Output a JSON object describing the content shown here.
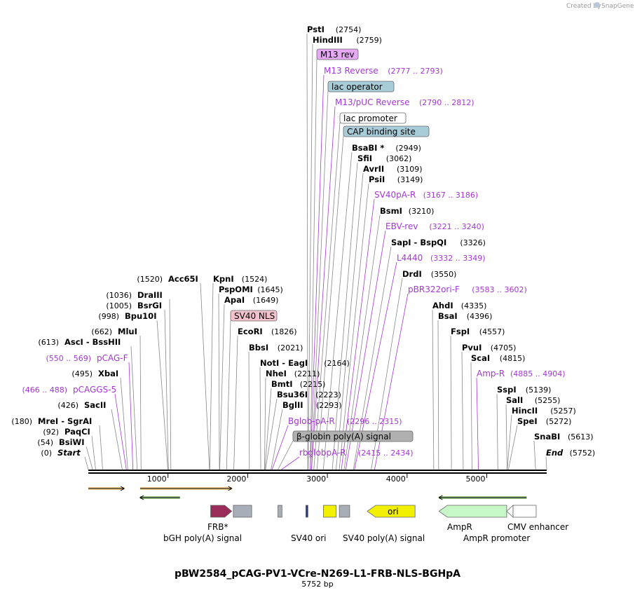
{
  "credit": "Created by",
  "brand": "SnapGene",
  "plasmid_name": "pBW2584_pCAG-PV1-VCre-N269-L1-FRB-NLS-BGHpA",
  "length_label": "5752 bp",
  "length": 5752,
  "ticks": [
    1000,
    2000,
    3000,
    4000,
    5000
  ],
  "left_labels": [
    {
      "name": "Acc65I",
      "num": "(1520)",
      "pos": 1520,
      "kind": "enzyme"
    },
    {
      "name": "DraIII",
      "num": "(1036)",
      "pos": 1036,
      "kind": "enzyme"
    },
    {
      "name": "BsrGI",
      "num": "(1005)",
      "pos": 1005,
      "kind": "enzyme"
    },
    {
      "name": "Bpu10I",
      "num": "(998)",
      "pos": 998,
      "kind": "enzyme"
    },
    {
      "name": "MluI",
      "num": "(662)",
      "pos": 662,
      "kind": "enzyme"
    },
    {
      "name": "AscI - BssHII",
      "num": "(613)",
      "pos": 613,
      "kind": "enzyme"
    },
    {
      "name": "pCAG-F",
      "num": "(550 .. 569)",
      "pos": 560,
      "kind": "primer"
    },
    {
      "name": "XbaI",
      "num": "(495)",
      "pos": 495,
      "kind": "enzyme"
    },
    {
      "name": "pCAGGS-5",
      "num": "(466 .. 488)",
      "pos": 477,
      "kind": "primer"
    },
    {
      "name": "SacII",
      "num": "(426)",
      "pos": 426,
      "kind": "enzyme"
    },
    {
      "name": "MreI - SgrAI",
      "num": "(180)",
      "pos": 180,
      "kind": "enzyme"
    },
    {
      "name": "PaqCI",
      "num": "(92)",
      "pos": 92,
      "kind": "enzyme"
    },
    {
      "name": "BsiWI",
      "num": "(54)",
      "pos": 54,
      "kind": "enzyme"
    },
    {
      "name": "Start",
      "num": "(0)",
      "pos": 0,
      "kind": "special"
    }
  ],
  "right_labels": [
    {
      "name": "PstI",
      "num": "(2754)",
      "pos": 2754,
      "kind": "enzyme"
    },
    {
      "name": "HindIII",
      "num": "(2759)",
      "pos": 2759,
      "kind": "enzyme"
    },
    {
      "name": "M13 rev",
      "num": "",
      "pos": 2785,
      "kind": "feature",
      "color": "#e8a8f8"
    },
    {
      "name": "M13 Reverse",
      "num": "(2777 .. 2793)",
      "pos": 2785,
      "kind": "primer"
    },
    {
      "name": "lac operator",
      "num": "",
      "pos": 2800,
      "kind": "feature",
      "color": "#a8ccd8"
    },
    {
      "name": "M13/pUC Reverse",
      "num": "(2790 .. 2812)",
      "pos": 2801,
      "kind": "primer"
    },
    {
      "name": "lac promoter",
      "num": "",
      "pos": 2830,
      "kind": "feature",
      "color": "#ffffff"
    },
    {
      "name": "CAP binding site",
      "num": "",
      "pos": 2870,
      "kind": "feature",
      "color": "#a8ccd8"
    },
    {
      "name": "BsaBI *",
      "num": "(2949)",
      "pos": 2949,
      "kind": "enzyme"
    },
    {
      "name": "SfiI",
      "num": "(3062)",
      "pos": 3062,
      "kind": "enzyme"
    },
    {
      "name": "AvrII",
      "num": "(3109)",
      "pos": 3109,
      "kind": "enzyme"
    },
    {
      "name": "PsiI",
      "num": "(3149)",
      "pos": 3149,
      "kind": "enzyme"
    },
    {
      "name": "SV40pA-R",
      "num": "(3167 .. 3186)",
      "pos": 3176,
      "kind": "primer"
    },
    {
      "name": "BsmI",
      "num": "(3210)",
      "pos": 3210,
      "kind": "enzyme"
    },
    {
      "name": "EBV-rev",
      "num": "(3221 .. 3240)",
      "pos": 3230,
      "kind": "primer"
    },
    {
      "name": "SapI - BspQI",
      "num": "(3326)",
      "pos": 3326,
      "kind": "enzyme"
    },
    {
      "name": "L4440",
      "num": "(3332 .. 3349)",
      "pos": 3340,
      "kind": "primer"
    },
    {
      "name": "DrdI",
      "num": "(3550)",
      "pos": 3550,
      "kind": "enzyme"
    },
    {
      "name": "pBR322ori-F",
      "num": "(3583 .. 3602)",
      "pos": 3592,
      "kind": "primer"
    }
  ],
  "mid_labels": [
    {
      "name": "KpnI",
      "num": "(1524)",
      "pos": 1524,
      "kind": "enzyme"
    },
    {
      "name": "PspOMI",
      "num": "(1645)",
      "pos": 1645,
      "kind": "enzyme"
    },
    {
      "name": "ApaI",
      "num": "(1649)",
      "pos": 1649,
      "kind": "enzyme"
    },
    {
      "name": "SV40 NLS",
      "num": "",
      "pos": 1735,
      "kind": "feature",
      "color": "#f4c2cc"
    },
    {
      "name": "EcoRI",
      "num": "(1826)",
      "pos": 1826,
      "kind": "enzyme"
    },
    {
      "name": "BbsI",
      "num": "(2021)",
      "pos": 2021,
      "kind": "enzyme"
    },
    {
      "name": "NotI - EagI",
      "num": "(2164)",
      "pos": 2164,
      "kind": "enzyme"
    },
    {
      "name": "NheI",
      "num": "(2211)",
      "pos": 2211,
      "kind": "enzyme"
    },
    {
      "name": "BmtI",
      "num": "(2215)",
      "pos": 2215,
      "kind": "enzyme"
    },
    {
      "name": "Bsu36I",
      "num": "(2223)",
      "pos": 2223,
      "kind": "enzyme"
    },
    {
      "name": "BglII",
      "num": "(2293)",
      "pos": 2293,
      "kind": "enzyme"
    },
    {
      "name": "Bglob-pA-R",
      "num": "(2296 .. 2315)",
      "pos": 2305,
      "kind": "primer"
    },
    {
      "name": "β-globin poly(A) signal",
      "num": "",
      "pos": 2380,
      "kind": "feature",
      "color": "#b0b0b0"
    },
    {
      "name": "rbglobpA-R",
      "num": "(2415 .. 2434)",
      "pos": 2424,
      "kind": "primer"
    }
  ],
  "far_right_labels": [
    {
      "name": "AhdI",
      "num": "(4335)",
      "pos": 4335,
      "kind": "enzyme"
    },
    {
      "name": "BsaI",
      "num": "(4396)",
      "pos": 4396,
      "kind": "enzyme"
    },
    {
      "name": "FspI",
      "num": "(4557)",
      "pos": 4557,
      "kind": "enzyme"
    },
    {
      "name": "PvuI",
      "num": "(4705)",
      "pos": 4705,
      "kind": "enzyme"
    },
    {
      "name": "ScaI",
      "num": "(4815)",
      "pos": 4815,
      "kind": "enzyme"
    },
    {
      "name": "Amp-R",
      "num": "(4885 .. 4904)",
      "pos": 4895,
      "kind": "primer"
    },
    {
      "name": "SspI",
      "num": "(5139)",
      "pos": 5139,
      "kind": "enzyme"
    },
    {
      "name": "SalI",
      "num": "(5255)",
      "pos": 5255,
      "kind": "enzyme"
    },
    {
      "name": "HincII",
      "num": "(5257)",
      "pos": 5257,
      "kind": "enzyme"
    },
    {
      "name": "SpeI",
      "num": "(5272)",
      "pos": 5272,
      "kind": "enzyme"
    },
    {
      "name": "SnaBI",
      "num": "(5613)",
      "pos": 5613,
      "kind": "enzyme"
    },
    {
      "name": "End",
      "num": "(5752)",
      "pos": 5752,
      "kind": "special"
    }
  ],
  "orf_arrows": [
    {
      "start": 0,
      "end": 450,
      "dir": "right",
      "color": "#e8a030"
    },
    {
      "start": 650,
      "end": 1800,
      "dir": "right",
      "color": "#e8a030"
    },
    {
      "start": 650,
      "end": 1150,
      "dir": "left",
      "color": "#4a9a2a"
    },
    {
      "start": 4400,
      "end": 5500,
      "dir": "left",
      "color": "#4a9a2a"
    }
  ],
  "features": [
    {
      "name": "FRB*",
      "start": 1535,
      "end": 1800,
      "color": "#9a2c5a",
      "shape": "arrow"
    },
    {
      "name": "bGH poly(A) signal",
      "start": 1820,
      "end": 2050,
      "color": "#a8aeb8",
      "shape": "box"
    },
    {
      "name": "gray box",
      "start": 2380,
      "end": 2430,
      "color": "#a8aeb8",
      "shape": "box"
    },
    {
      "name": "SV40 ori",
      "start": 2730,
      "end": 2750,
      "color": "#2a3a8a",
      "shape": "box"
    },
    {
      "name": "yellow box",
      "start": 2950,
      "end": 3110,
      "color": "#f0f000",
      "shape": "box"
    },
    {
      "name": "SV40 poly(A) signal",
      "start": 3150,
      "end": 3280,
      "color": "#a8aeb8",
      "shape": "box"
    },
    {
      "name": "ori",
      "start": 3500,
      "end": 4100,
      "color": "#f0f000",
      "shape": "larrow"
    },
    {
      "name": "AmpR",
      "start": 4400,
      "end": 5250,
      "color": "#c8f8c8",
      "shape": "larrow"
    },
    {
      "name": "AmpR promoter",
      "start": 5250,
      "end": 5330,
      "color": "#ffffff",
      "shape": "larrow"
    },
    {
      "name": "CMV enhancer",
      "start": 5330,
      "end": 5620,
      "color": "#ffffff",
      "shape": "box"
    }
  ],
  "feature_labels": {
    "frb": "FRB*",
    "bgh": "bGH poly(A) signal",
    "sv40ori": "SV40 ori",
    "sv40pa": "SV40 poly(A) signal",
    "ori": "ori",
    "ampr": "AmpR",
    "amprprom": "AmpR promoter",
    "cmv": "CMV enhancer"
  }
}
